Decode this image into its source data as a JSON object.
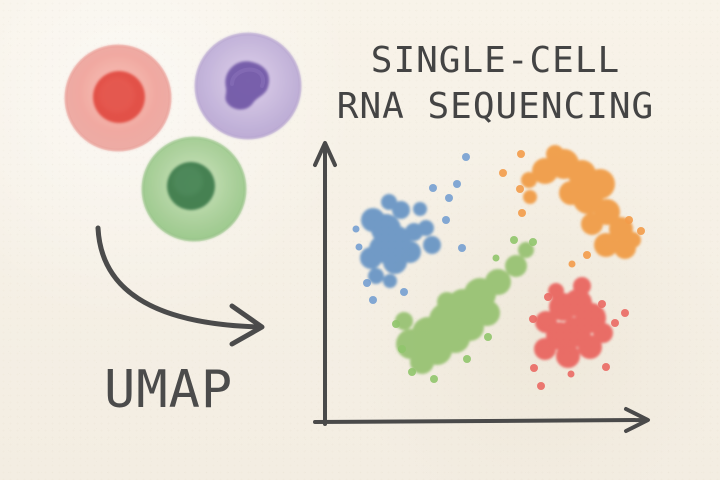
{
  "title": {
    "line1": "SINGLE-CELL",
    "line2": "RNA SEQUENCING"
  },
  "process": {
    "label": "UMAP"
  },
  "icons": {
    "cell_red": "red-cell-icon",
    "cell_purple": "purple-cell-icon",
    "cell_green": "green-cell-icon",
    "arrow": "curved-arrow-icon"
  },
  "colors": {
    "red": "#e3574f",
    "purple": "#8b73b7",
    "green": "#7fb36e",
    "blue": "#5f8fc2",
    "orange": "#f0963b",
    "ink": "#4a4a4a"
  }
}
